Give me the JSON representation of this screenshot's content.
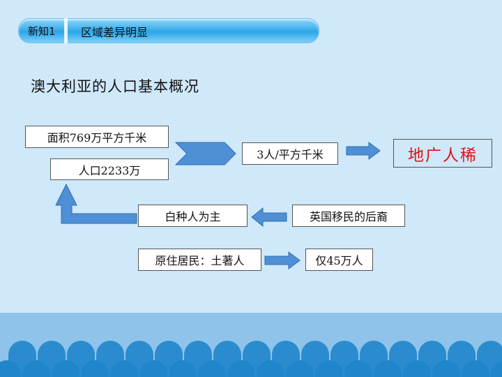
{
  "header": {
    "tag": "新知1",
    "topic": "区域差异明显"
  },
  "heading": "澳大利亚的人口基本概况",
  "flow": {
    "area": "面积769万平方千米",
    "population": "人口2233万",
    "density": "3人/平方千米",
    "conclusion": "地广人稀",
    "majority": "白种人为主",
    "origin": "英国移民的后裔",
    "natives": "原住居民：土著人",
    "native_count": "仅45万人"
  },
  "colors": {
    "background": "#cfe8fa",
    "accent": "#2da6e8",
    "arrow_fill": "#4f8fd6",
    "conclusion_text": "#e41010",
    "footer_wave": "#1f86cc"
  }
}
